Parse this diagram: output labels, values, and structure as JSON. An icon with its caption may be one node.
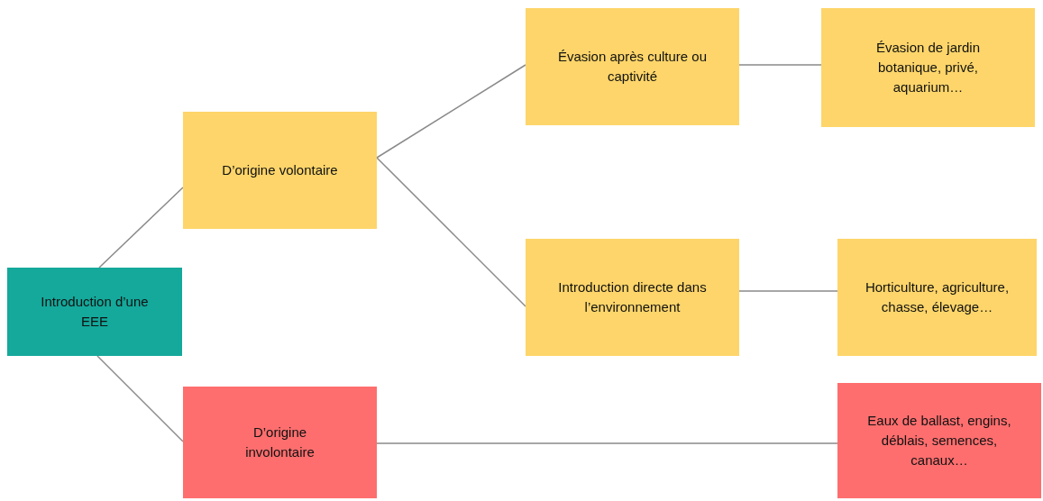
{
  "diagram": {
    "nodes": [
      {
        "text": [
          "Introduction d’une EEE"
        ]
      },
      {
        "text": [
          "D’origine volontaire"
        ]
      },
      {
        "text": [
          "D’origine involontaire"
        ]
      },
      {
        "text": [
          "Évasion après culture ou captivité"
        ]
      },
      {
        "text": [
          "Introduction directe dans l’environnement"
        ]
      },
      {
        "text": [
          "Évasion de jardin botanique, privé, aquarium…"
        ]
      },
      {
        "text": [
          "Horticulture, agriculture, chasse, élevage…"
        ]
      },
      {
        "text": [
          "Eaux de ballast, engins, déblais, semences, canaux…"
        ]
      }
    ],
    "edges": [
      {
        "from": 0,
        "to": 1,
        "arrow": "none"
      },
      {
        "from": 0,
        "to": 2,
        "arrow": "none"
      },
      {
        "from": 1,
        "to": 3,
        "arrow": "none"
      },
      {
        "from": 1,
        "to": 4,
        "arrow": "none"
      },
      {
        "from": 3,
        "to": 5,
        "arrow": "none"
      },
      {
        "from": 4,
        "to": 6,
        "arrow": "none"
      },
      {
        "from": 2,
        "to": 7,
        "arrow": "none"
      }
    ]
  }
}
